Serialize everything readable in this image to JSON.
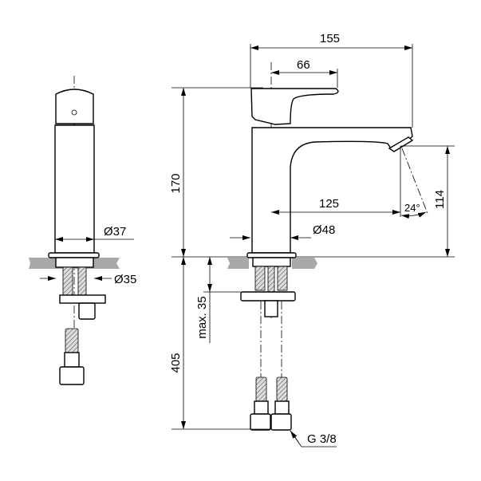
{
  "drawing": {
    "title": "Basin mixer technical dimension drawing",
    "front_view": {
      "dim_body_diameter": "Ø37",
      "dim_hole_diameter": "Ø35"
    },
    "side_view": {
      "dim_total_reach": "155",
      "dim_handle_reach": "66",
      "dim_spout_reach": "125",
      "dim_spout_angle": "24°",
      "dim_spout_height": "114",
      "dim_total_height": "170",
      "dim_base_diameter": "Ø48",
      "dim_max_deck_thickness": "max. 35",
      "dim_hose_length": "405",
      "dim_connection_thread": "G 3/8"
    }
  }
}
